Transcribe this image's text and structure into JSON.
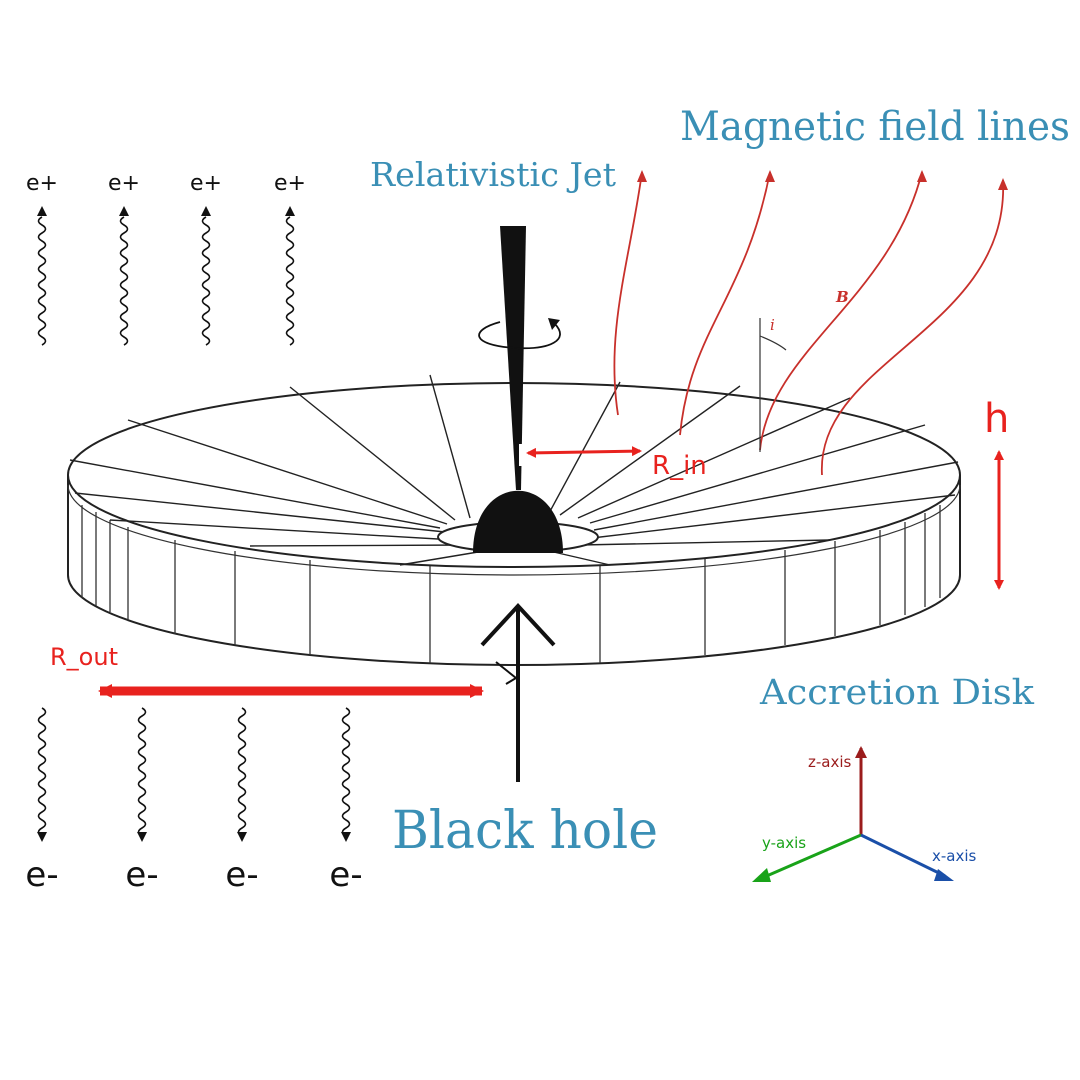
{
  "title_magnetic": "Magnetic field lines",
  "title_jet": "Relativistic Jet",
  "title_disk": "Accretion Disk",
  "title_bh": "Black hole",
  "label_rin": "R_in",
  "label_rout": "R_out",
  "label_h": "h",
  "label_B": "B",
  "label_i": "i",
  "positrons": [
    "e+",
    "e+",
    "e+",
    "e+"
  ],
  "electrons": [
    "e-",
    "e-",
    "e-",
    "e-"
  ],
  "axes": {
    "z": "z-axis",
    "y": "y-axis",
    "x": "x-axis",
    "z_color": "#9b1c1c",
    "y_color": "#19a319",
    "x_color": "#1a4fa8"
  },
  "colors": {
    "label_blue": "#3a8fb5",
    "annotation_red": "#e8221e",
    "field_line_red": "#c8302b",
    "ink": "#111111"
  }
}
